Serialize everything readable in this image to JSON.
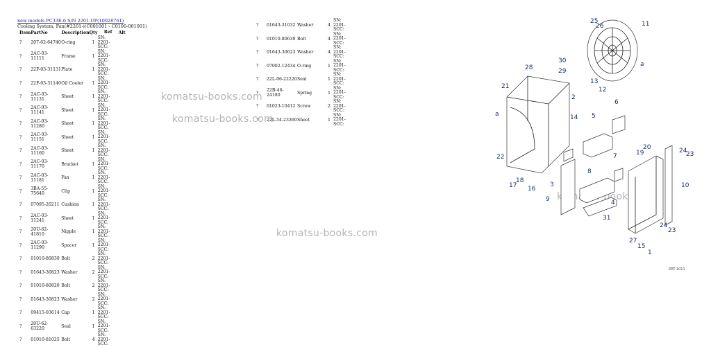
{
  "header": {
    "link": "new models PC33E-6 S/N 2201-UP(10028761)",
    "subtitle": "Cooling System, Fan(#2201-)(C001001 - C0100-001001)"
  },
  "columns": [
    "Item",
    "PartNo",
    "Description",
    "Qty",
    "Ref",
    "Alt"
  ],
  "rows_left": [
    {
      "item": "?",
      "part": "207-62-64740",
      "desc": "O-ring",
      "qty": "1",
      "ref": "SN: 2201-SCC:"
    },
    {
      "item": "?",
      "part": "2AC-03-11111",
      "desc": "Frame",
      "qty": "1",
      "ref": "SN: 2201-SCC:"
    },
    {
      "item": "?",
      "part": "22F-03-31131",
      "desc": "Plate",
      "qty": "1",
      "ref": "SN: 2201-SCC:"
    },
    {
      "item": "?",
      "part": "22F-03-31140",
      "desc": "Oil Cooler",
      "qty": "1",
      "ref": "SN: 2201-SCC:"
    },
    {
      "item": "?",
      "part": "2AC-03-11131",
      "desc": "Sheet",
      "qty": "1",
      "ref": "SN: 2201-SCC:"
    },
    {
      "item": "?",
      "part": "2AC-03-11141",
      "desc": "Sheet",
      "qty": "1",
      "ref": "SN: 2201-SCC:"
    },
    {
      "item": "?",
      "part": "2AC-03-11280",
      "desc": "Sheet",
      "qty": "1",
      "ref": "SN: 2201-SCC:"
    },
    {
      "item": "?",
      "part": "2AC-03-11151",
      "desc": "Sheet",
      "qty": "1",
      "ref": "SN: 2201-SCC:"
    },
    {
      "item": "?",
      "part": "2AC-03-11160",
      "desc": "Sheet",
      "qty": "1",
      "ref": "SN: 2201-SCC:"
    },
    {
      "item": "?",
      "part": "2AC-03-11170",
      "desc": "Bracket",
      "qty": "1",
      "ref": "SN: 2201-SCC:"
    },
    {
      "item": "?",
      "part": "2AC-03-11181",
      "desc": "Fan",
      "qty": "1",
      "ref": "SN: 2201-SCC:"
    },
    {
      "item": "?",
      "part": "3BA-55-75640",
      "desc": "Clip",
      "qty": "1",
      "ref": "SN: 2201-SCC:"
    },
    {
      "item": "?",
      "part": "07095-20211",
      "desc": "Cushion",
      "qty": "1",
      "ref": "SN: 2201-SCC:"
    },
    {
      "item": "?",
      "part": "2AC-03-11241",
      "desc": "Sheet",
      "qty": "1",
      "ref": "SN: 2201-SCC:"
    },
    {
      "item": "?",
      "part": "20U-62-41810",
      "desc": "Nipple",
      "qty": "1",
      "ref": "SN: 2201-SCC:"
    },
    {
      "item": "?",
      "part": "2AC-03-11290",
      "desc": "Spacer",
      "qty": "1",
      "ref": "SN: 2201-SCC:"
    },
    {
      "item": "?",
      "part": "01010-80830",
      "desc": "Bolt",
      "qty": "2",
      "ref": "SN: 2201-SCC:"
    },
    {
      "item": "?",
      "part": "01643-30823",
      "desc": "Washer",
      "qty": "2",
      "ref": "SN: 2201-SCC:"
    },
    {
      "item": "?",
      "part": "01010-80820",
      "desc": "Bolt",
      "qty": "2",
      "ref": "SN: 2201-SCC:"
    },
    {
      "item": "?",
      "part": "01643-30823",
      "desc": "Washer",
      "qty": "2",
      "ref": "SN: 2201-SCC:"
    },
    {
      "item": "?",
      "part": "09415-03614",
      "desc": "Cap",
      "qty": "1",
      "ref": "SN: 2201-SCC:"
    },
    {
      "item": "?",
      "part": "20U-62-63220",
      "desc": "Seal",
      "qty": "1",
      "ref": "SN: 2201-SCC:"
    },
    {
      "item": "?",
      "part": "01010-81025",
      "desc": "Bolt",
      "qty": "4",
      "ref": "SN: 2201-SCC:"
    }
  ],
  "rows_right": [
    {
      "item": "?",
      "part": "01643-31032",
      "desc": "Washer",
      "qty": "4",
      "ref": "SN: 2201-SCC:"
    },
    {
      "item": "?",
      "part": "01010-80630",
      "desc": "Bolt",
      "qty": "4",
      "ref": "SN: 2201-SCC:"
    },
    {
      "item": "?",
      "part": "01643-30623",
      "desc": "Washer",
      "qty": "4",
      "ref": "SN: 2201-SCC:"
    },
    {
      "item": "?",
      "part": "07002-12434",
      "desc": "O-ring",
      "qty": "1",
      "ref": "SN: 2201-SCC:"
    },
    {
      "item": "?",
      "part": "22L-06-22220",
      "desc": "Seal",
      "qty": "1",
      "ref": "SN: 2201-SCC:"
    },
    {
      "item": "?",
      "part": "22B-46-24180",
      "desc": "Spring",
      "qty": "1",
      "ref": "SN: 2201-SCC:"
    },
    {
      "item": "?",
      "part": "01023-10412",
      "desc": "Screw",
      "qty": "2",
      "ref": "SN: 2201-SCC:"
    },
    {
      "item": "?",
      "part": "22L-54-23360",
      "desc": "Sheet",
      "qty": "1",
      "ref": "SN: 2201-SCC:"
    }
  ],
  "watermark": "komatsu-books.com",
  "diagram": {
    "code": "ZRT-1011",
    "callouts": [
      "25",
      "26",
      "11",
      "a",
      "30",
      "29",
      "28",
      "13",
      "12",
      "21",
      "2",
      "a",
      "14",
      "5",
      "6",
      "22",
      "7",
      "19",
      "20",
      "24",
      "23",
      "18",
      "17",
      "16",
      "3",
      "8",
      "10",
      "9",
      "4",
      "31",
      "24",
      "23",
      "27",
      "15",
      "1"
    ]
  }
}
